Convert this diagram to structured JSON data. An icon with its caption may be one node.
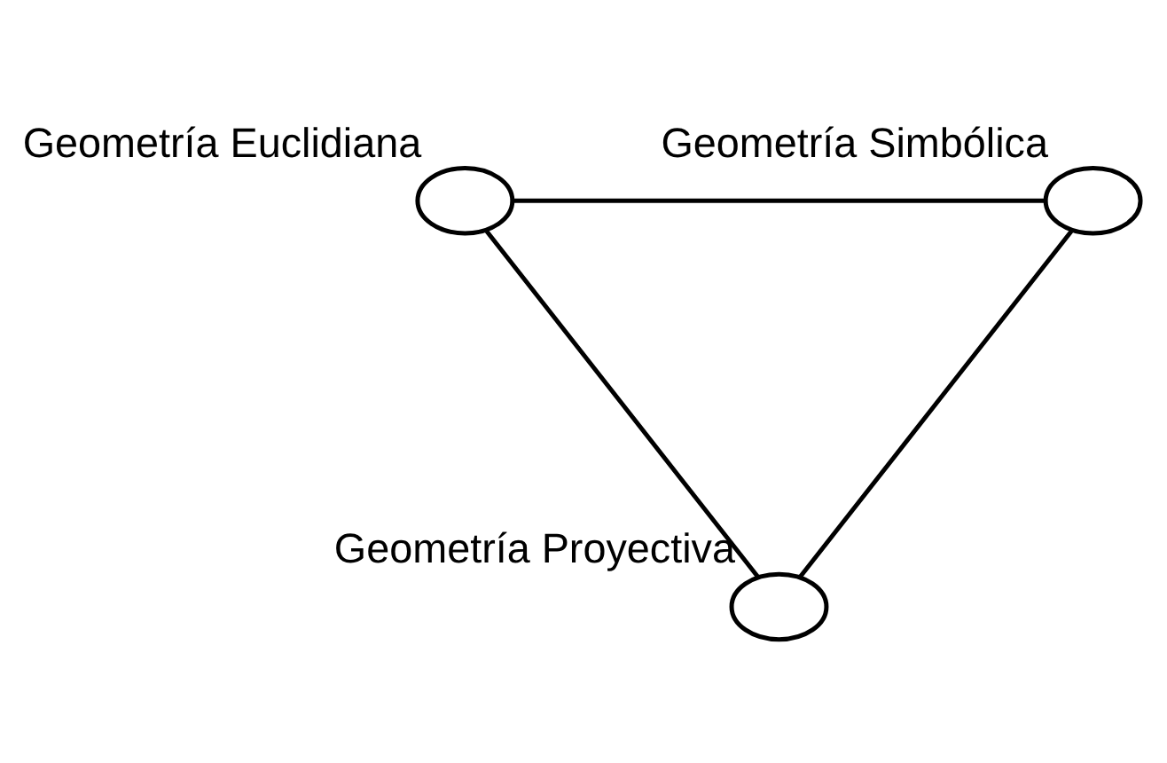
{
  "diagram": {
    "nodes": [
      {
        "text": [],
        "shape": "circle",
        "beside": [
          "Geometría Euclidiana"
        ]
      },
      {
        "text": [],
        "shape": "circle",
        "beside": [
          "Geometría Simbólica"
        ]
      },
      {
        "text": [],
        "shape": "circle",
        "beside": [
          "Geometría Proyectiva"
        ]
      }
    ],
    "edges": [
      {
        "from": 0,
        "to": 1,
        "arrow": "none"
      },
      {
        "from": 0,
        "to": 2,
        "arrow": "none"
      },
      {
        "from": 1,
        "to": 2,
        "arrow": "none"
      }
    ]
  }
}
